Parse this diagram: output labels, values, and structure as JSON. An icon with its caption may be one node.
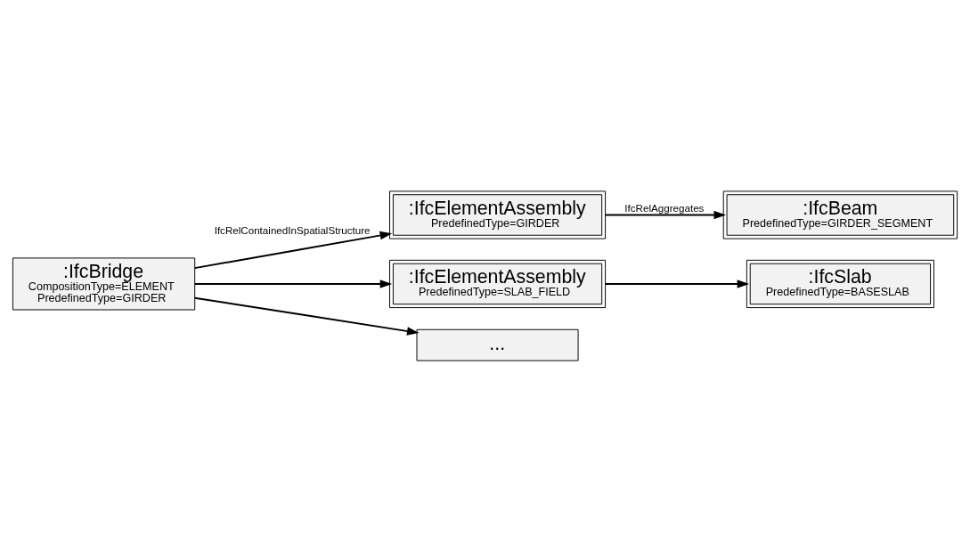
{
  "diagram": {
    "nodes": [
      {
        "text": [
          ":IfcBridge",
          "CompositionType=ELEMENT",
          "PredefinedType=GIRDER"
        ]
      },
      {
        "text": [
          ":IfcElementAssembly",
          "PredefinedType=GIRDER"
        ]
      },
      {
        "text": [
          ":IfcBeam",
          "PredefinedType=GIRDER_SEGMENT"
        ]
      },
      {
        "text": [
          ":IfcElementAssembly",
          "PredefinedType=SLAB_FIELD"
        ]
      },
      {
        "text": [
          ":IfcSlab",
          "PredefinedType=BASESLAB"
        ]
      },
      {
        "text": [
          "..."
        ]
      }
    ],
    "edges": [
      {
        "from": 0,
        "to": 1,
        "arrow": "to",
        "label": "IfcRelContainedInSpatialStructure"
      },
      {
        "from": 0,
        "to": 3,
        "arrow": "to"
      },
      {
        "from": 0,
        "to": 5,
        "arrow": "to"
      },
      {
        "from": 1,
        "to": 2,
        "arrow": "to",
        "label": "IfcRelAggregates"
      },
      {
        "from": 3,
        "to": 4,
        "arrow": "to"
      }
    ]
  }
}
